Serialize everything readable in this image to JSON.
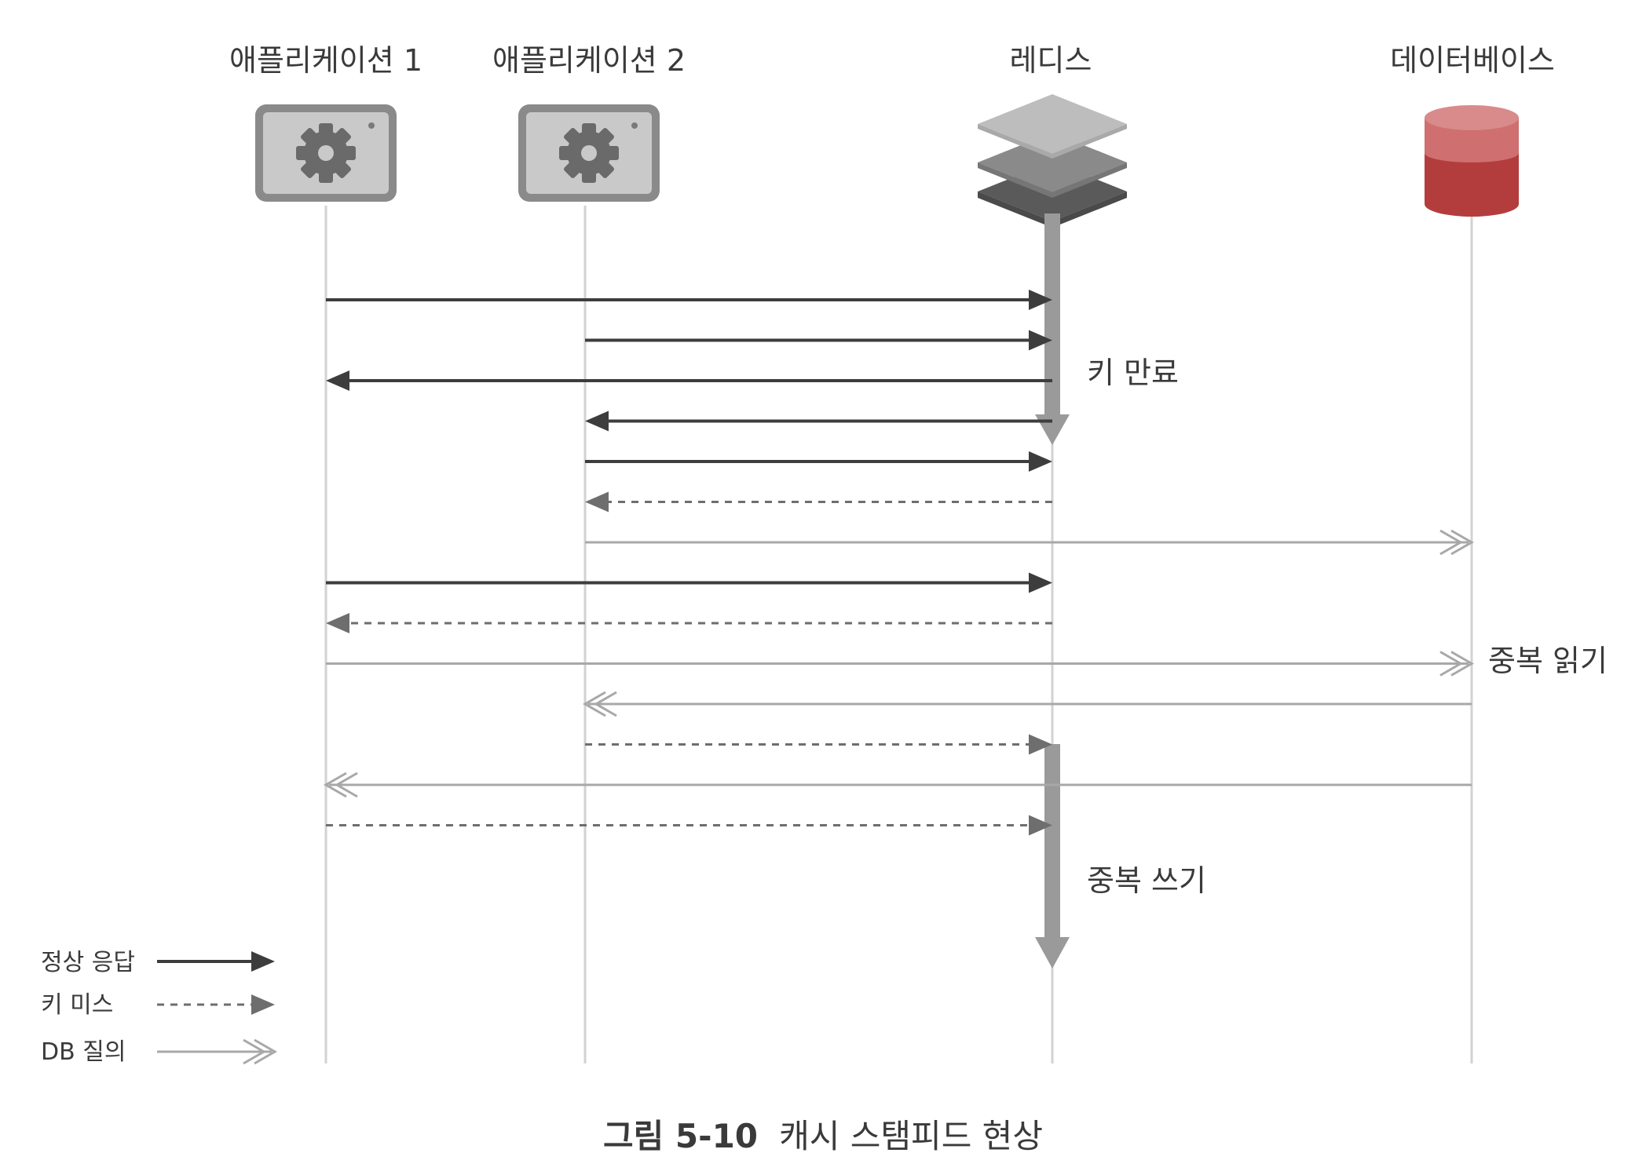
{
  "participants": [
    {
      "id": "app1",
      "label": "애플리케이션 1",
      "icon": "application-gear-icon"
    },
    {
      "id": "app2",
      "label": "애플리케이션 2",
      "icon": "application-gear-icon"
    },
    {
      "id": "redis",
      "label": "레디스",
      "icon": "redis-layers-icon"
    },
    {
      "id": "db",
      "label": "데이터베이스",
      "icon": "database-cylinder-icon"
    }
  ],
  "messages": [
    {
      "from": "app1",
      "to": "redis",
      "type": "normal"
    },
    {
      "from": "app2",
      "to": "redis",
      "type": "normal"
    },
    {
      "from": "redis",
      "to": "app1",
      "type": "normal"
    },
    {
      "from": "redis",
      "to": "app2",
      "type": "normal"
    },
    {
      "from": "app2",
      "to": "redis",
      "type": "normal"
    },
    {
      "from": "redis",
      "to": "app2",
      "type": "miss"
    },
    {
      "from": "app2",
      "to": "db",
      "type": "db"
    },
    {
      "from": "app1",
      "to": "redis",
      "type": "normal"
    },
    {
      "from": "redis",
      "to": "app1",
      "type": "miss"
    },
    {
      "from": "app1",
      "to": "db",
      "type": "db"
    },
    {
      "from": "db",
      "to": "app2",
      "type": "db"
    },
    {
      "from": "app2",
      "to": "redis",
      "type": "miss"
    },
    {
      "from": "db",
      "to": "app1",
      "type": "db"
    },
    {
      "from": "app1",
      "to": "redis",
      "type": "miss"
    }
  ],
  "annotations": {
    "key_expire": "키 만료",
    "dup_read": "중복 읽기",
    "dup_write": "중복 쓰기"
  },
  "legend": {
    "normal": "정상 응답",
    "miss": "키 미스",
    "db": "DB 질의"
  },
  "caption": {
    "figure_no": "그림 5-10",
    "title": "캐시 스탬피드 현상"
  },
  "colors": {
    "normal": "#3d3d3d",
    "miss": "#6e6e6e",
    "db": "#a8a8a8",
    "lifeline": "#cfcfcf",
    "activation": "#9a9a9a",
    "db_top": "#cf6f6f",
    "db_bottom": "#b33d3d",
    "app_frame": "#8a8a8a",
    "app_screen": "#c9c9c9",
    "gear": "#6a6a6a"
  }
}
